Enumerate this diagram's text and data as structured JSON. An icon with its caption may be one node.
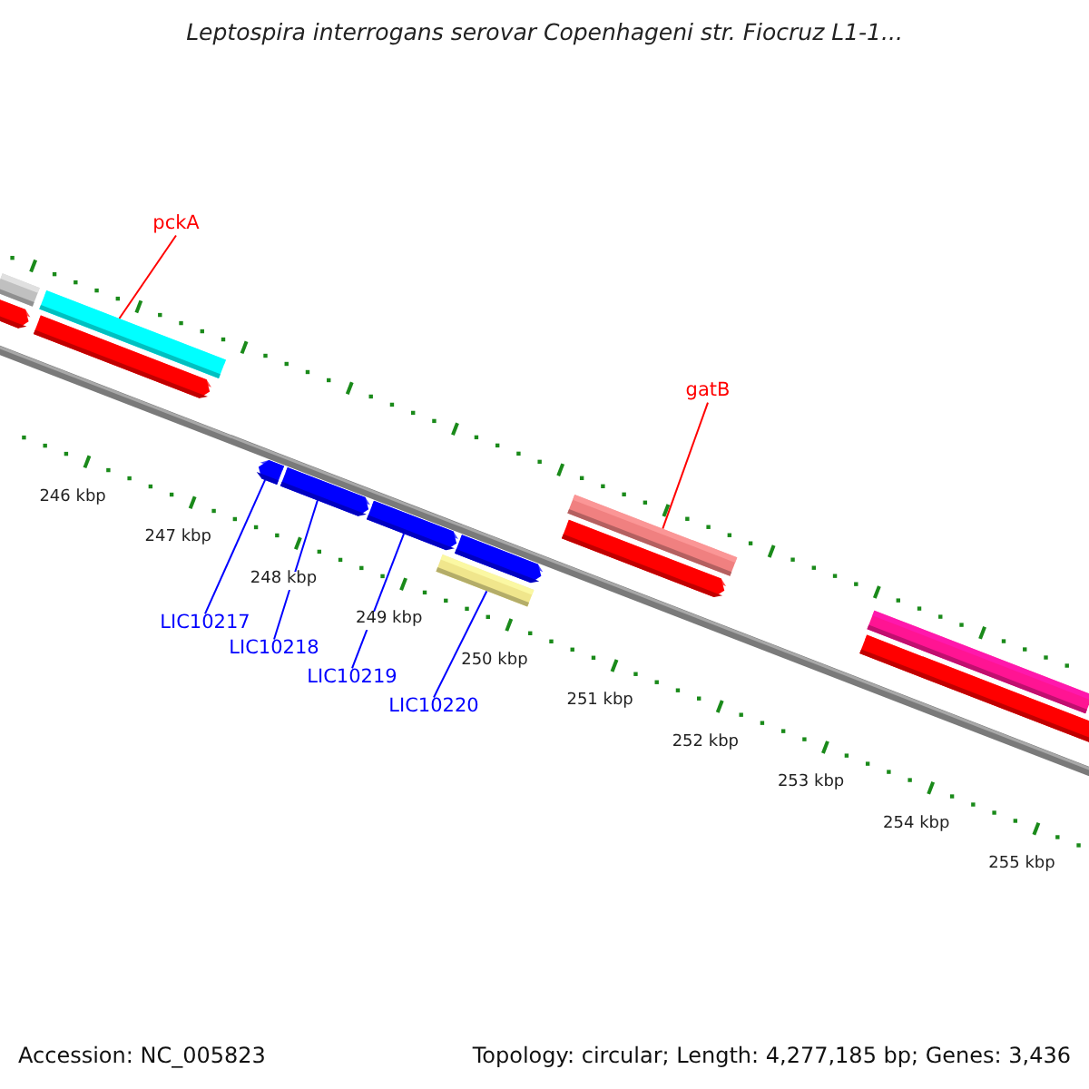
{
  "diagram": {
    "title": "Leptospira interrogans serovar Copenhageni str. Fiocruz L1-1...",
    "nodes": [
      {
        "text": [
          "pckA"
        ]
      },
      {
        "text": [],
        "shape": "bar"
      },
      {
        "text": [],
        "shape": "bar"
      },
      {
        "text": [],
        "shape": "arrow"
      },
      {
        "text": [],
        "shape": "arrow"
      },
      {
        "text": [],
        "shape": "arrow"
      },
      {
        "text": [],
        "shape": "arrow"
      },
      {
        "text": [],
        "shape": "arrow"
      },
      {
        "text": [],
        "shape": "arrow"
      },
      {
        "text": [],
        "shape": "bar"
      },
      {
        "text": [
          "gatB"
        ]
      },
      {
        "text": [],
        "shape": "bar"
      },
      {
        "text": [],
        "shape": "arrow"
      },
      {
        "text": [],
        "shape": "bar"
      },
      {
        "text": [],
        "shape": "arrow"
      },
      {
        "text": [
          "LIC10217"
        ]
      },
      {
        "text": [
          "LIC10218"
        ]
      },
      {
        "text": [
          "LIC10219"
        ]
      },
      {
        "text": [
          "LIC10220"
        ]
      }
    ],
    "edges": [
      {
        "from": 0,
        "to": 2,
        "arrow": "none",
        "color": "#ff0000"
      },
      {
        "from": 10,
        "to": 11,
        "arrow": "none",
        "color": "#ff0000"
      },
      {
        "from": 15,
        "to": 5,
        "arrow": "none"
      },
      {
        "from": 16,
        "to": 6,
        "arrow": "none"
      },
      {
        "from": 17,
        "to": 7,
        "arrow": "none"
      },
      {
        "from": 18,
        "to": 9,
        "arrow": "none"
      }
    ],
    "labels": [
      "246 kbp",
      "247 kbp",
      "248 kbp",
      "249 kbp",
      "250 kbp",
      "251 kbp",
      "252 kbp",
      "253 kbp",
      "254 kbp",
      "255 kbp",
      "Accession: NC_005823",
      "Topology: circular; Length: 4,277,185 bp; Genes: 3,436"
    ]
  }
}
